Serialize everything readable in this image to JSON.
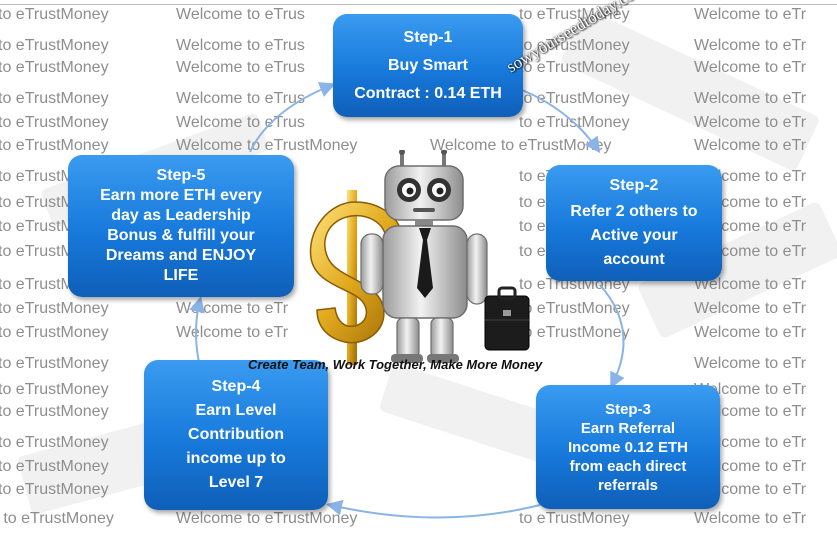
{
  "watermark": {
    "phrase_a": "to eTrustMoney",
    "phrase_b": "Welcome to eTrustMoney",
    "phrase_c": "Welcome to eTr",
    "phrase_d": "Welcome to eTrus",
    "phrase_e": "to eTrustMoney",
    "phrase_f": "Welcome to eTrustMoney",
    "phrase_g": "e to eTrustMoney"
  },
  "stamp_text": "sowyourseedtoday.com",
  "steps": [
    {
      "title": "Step-1",
      "lines": [
        "Buy Smart",
        "Contract : 0.14 ETH"
      ]
    },
    {
      "title": "Step-2",
      "lines": [
        "Refer 2 others to",
        "Active your",
        "account"
      ]
    },
    {
      "title": "Step-3",
      "lines": [
        "Earn Referral",
        "Income 0.12 ETH",
        "from each direct",
        "referrals"
      ]
    },
    {
      "title": "Step-4",
      "lines": [
        "Earn Level",
        "Contribution",
        "income up to",
        "Level 7"
      ]
    },
    {
      "title": "Step-5",
      "lines": [
        "Earn more ETH every",
        "day as Leadership",
        "Bonus & fulfill  your",
        "Dreams and ENJOY",
        "LIFE"
      ]
    }
  ],
  "slogan": "Create Team, Work Together, Make More Money",
  "colors": {
    "box_top": "#3a9bf0",
    "box_bottom": "#0f5fb8",
    "arrow": "#8ab4e6"
  }
}
